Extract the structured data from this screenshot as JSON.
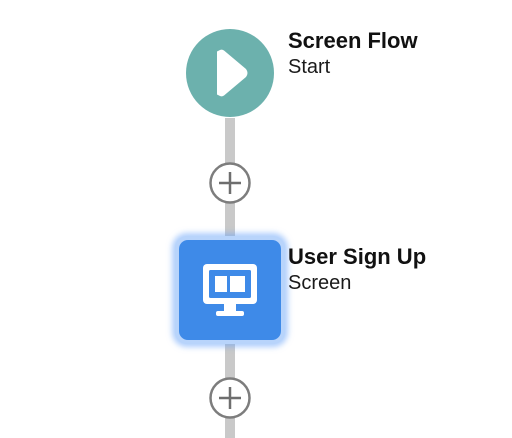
{
  "flow": {
    "start_node": {
      "title": "Screen Flow",
      "subtitle": "Start",
      "icon": "play-icon",
      "color": "#6cb1ad"
    },
    "screen_node": {
      "title": "User Sign Up",
      "subtitle": "Screen",
      "icon": "monitor-icon",
      "color": "#3e8ae8",
      "selected": true
    },
    "add_element_icon": "plus-circle-icon",
    "connector_color": "#c9c9c9"
  }
}
